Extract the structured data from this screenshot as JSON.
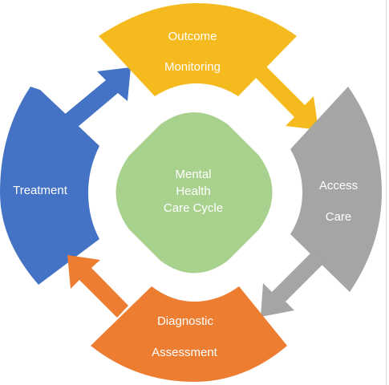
{
  "diagram": {
    "segments": {
      "outcome": {
        "line1": "Outcome",
        "line2": "Monitoring",
        "color": "#F5BA1E"
      },
      "access": {
        "line1": "Access",
        "line2": "Care",
        "color": "#A5A5A5"
      },
      "diagnostic": {
        "line1": "Diagnostic",
        "line2": "Assessment",
        "color": "#ED7D31"
      },
      "treatment": {
        "line1": "Treatment",
        "color": "#4472C4"
      }
    },
    "center": {
      "line1": "Mental",
      "line2": "Health",
      "line3": "Care Cycle",
      "color": "#A9D18E"
    }
  }
}
